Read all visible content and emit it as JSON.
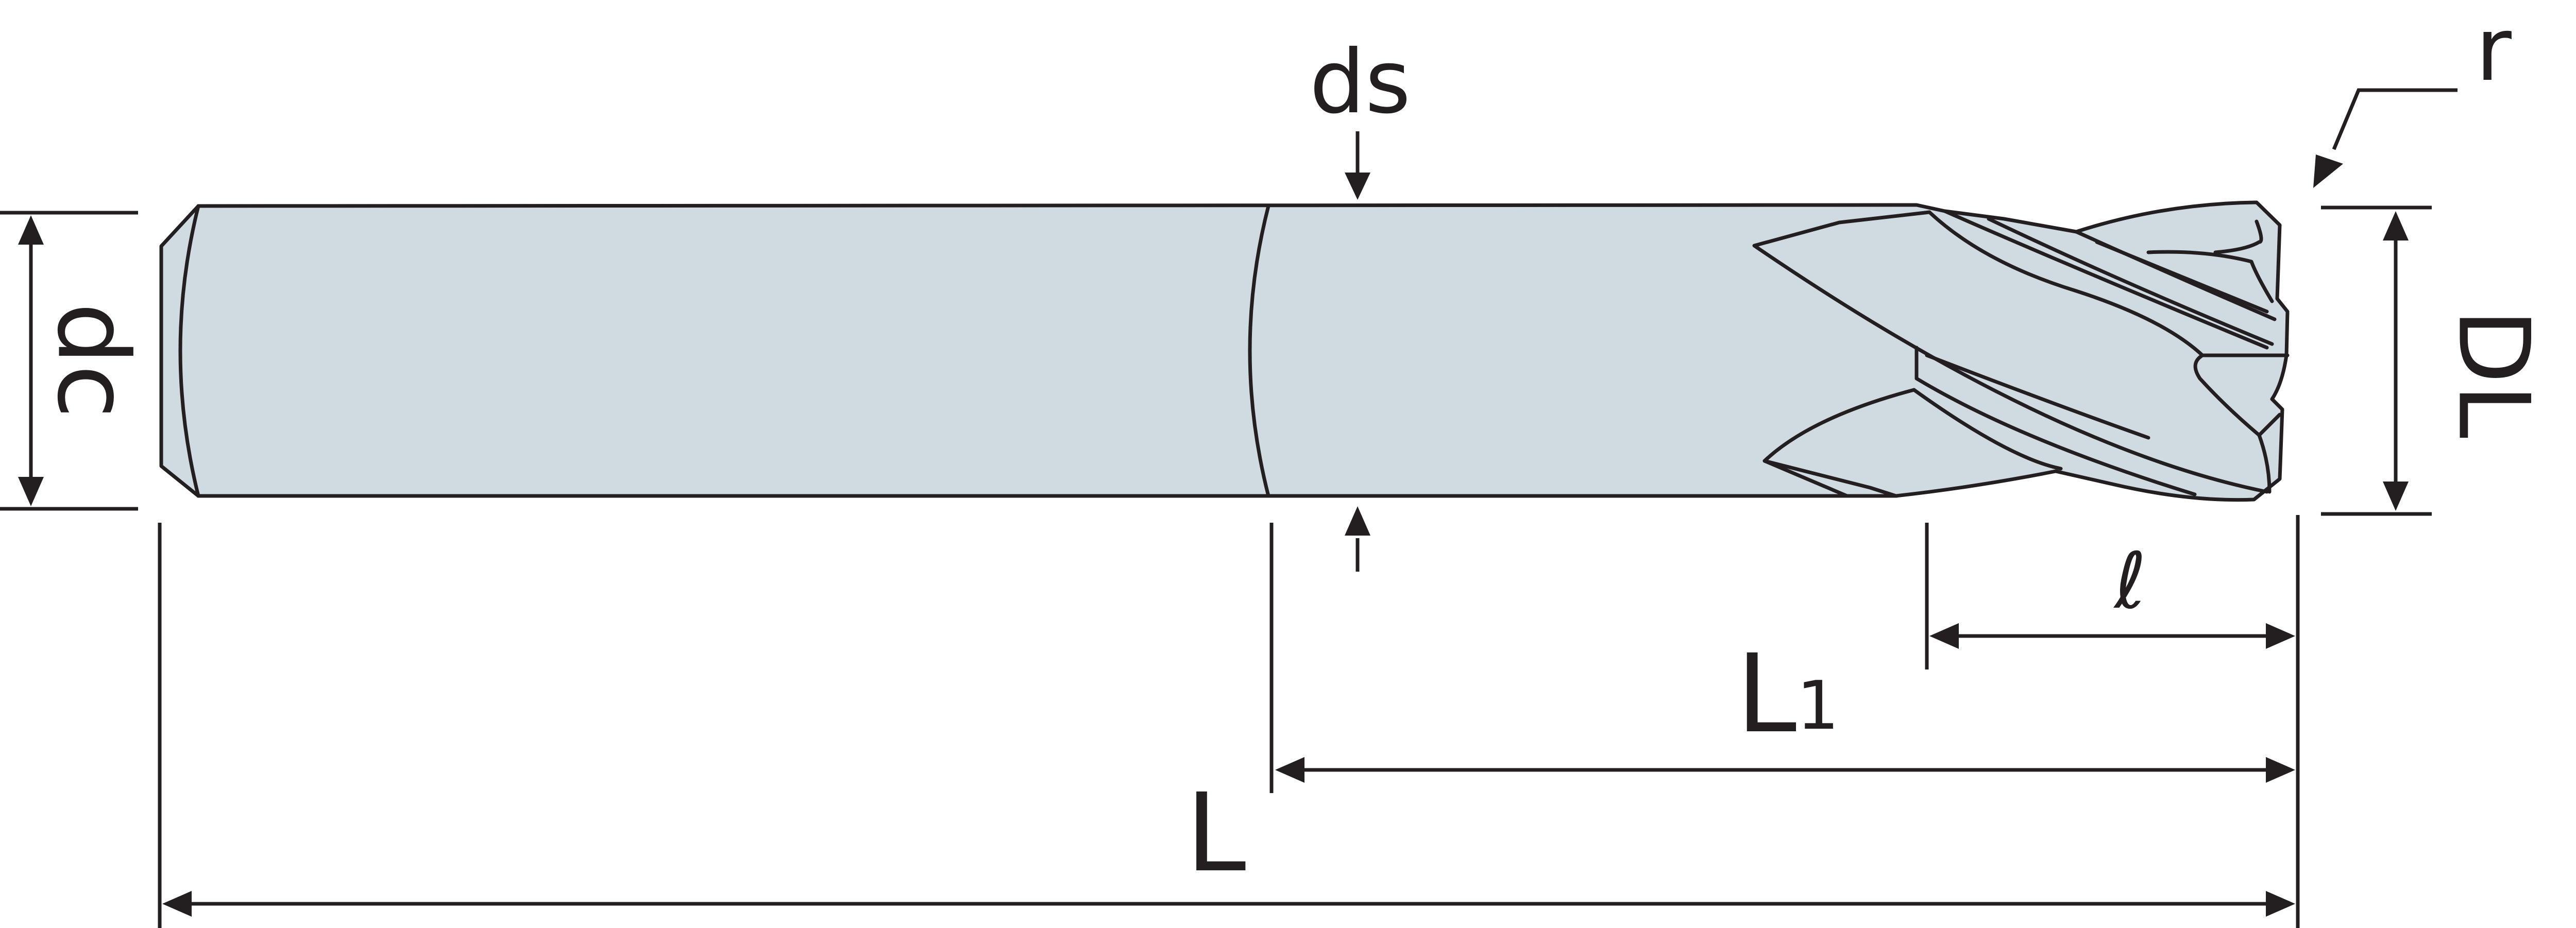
{
  "diagram": {
    "colors": {
      "tool_fill": "#cfdae1",
      "line": "#231f20",
      "background": "#ffffff"
    },
    "labels": {
      "ds": "ds",
      "dc": "dc",
      "DL": "DL",
      "r": "r",
      "l": "ℓ",
      "L1_main": "L",
      "L1_sub": "1",
      "L": "L"
    }
  }
}
